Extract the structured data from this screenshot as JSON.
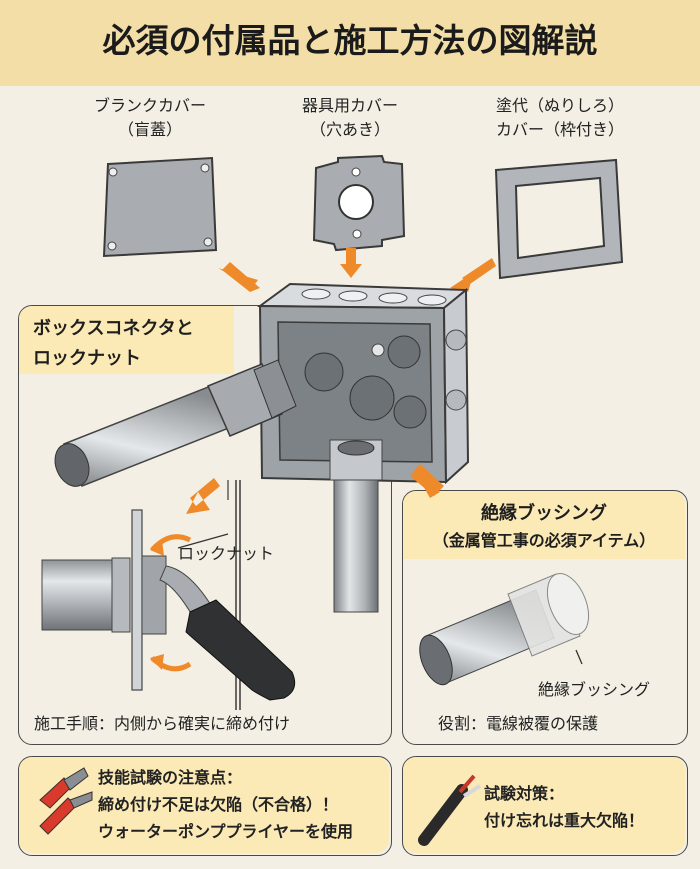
{
  "title": "必須の付属品と施工方法の図解説",
  "covers": {
    "blank": {
      "line1": "ブランクカバー",
      "line2": "（盲蓋）"
    },
    "device": {
      "line1": "器具用カバー",
      "line2": "（穴あき）"
    },
    "plaster": {
      "line1": "塗代（ぬりしろ）",
      "line2": "カバー（枠付き）"
    }
  },
  "connector_panel": {
    "heading_line1": "ボックスコネクタと",
    "heading_line2": "ロックナット",
    "locknut_label": "ロックナット",
    "procedure": "施工手順：内側から確実に締め付け"
  },
  "bushing_panel": {
    "heading_line1": "絶縁ブッシング",
    "heading_line2": "（金属管工事の必須アイテム）",
    "part_label": "絶縁ブッシング",
    "role": "役割：電線被覆の保護"
  },
  "note_left": {
    "line1": "技能試験の注意点：",
    "line2": "締め付け不足は欠陥（不合格）！",
    "line3": "ウォーターポンププライヤーを使用"
  },
  "note_right": {
    "line1": "試験対策：",
    "line2": "付け忘れは重大欠陥！"
  },
  "colors": {
    "accent_orange": "#ef8a2b",
    "title_band": "#f2dea6",
    "heading_band": "#fbe9b6",
    "metal": "#b8bcc0"
  }
}
